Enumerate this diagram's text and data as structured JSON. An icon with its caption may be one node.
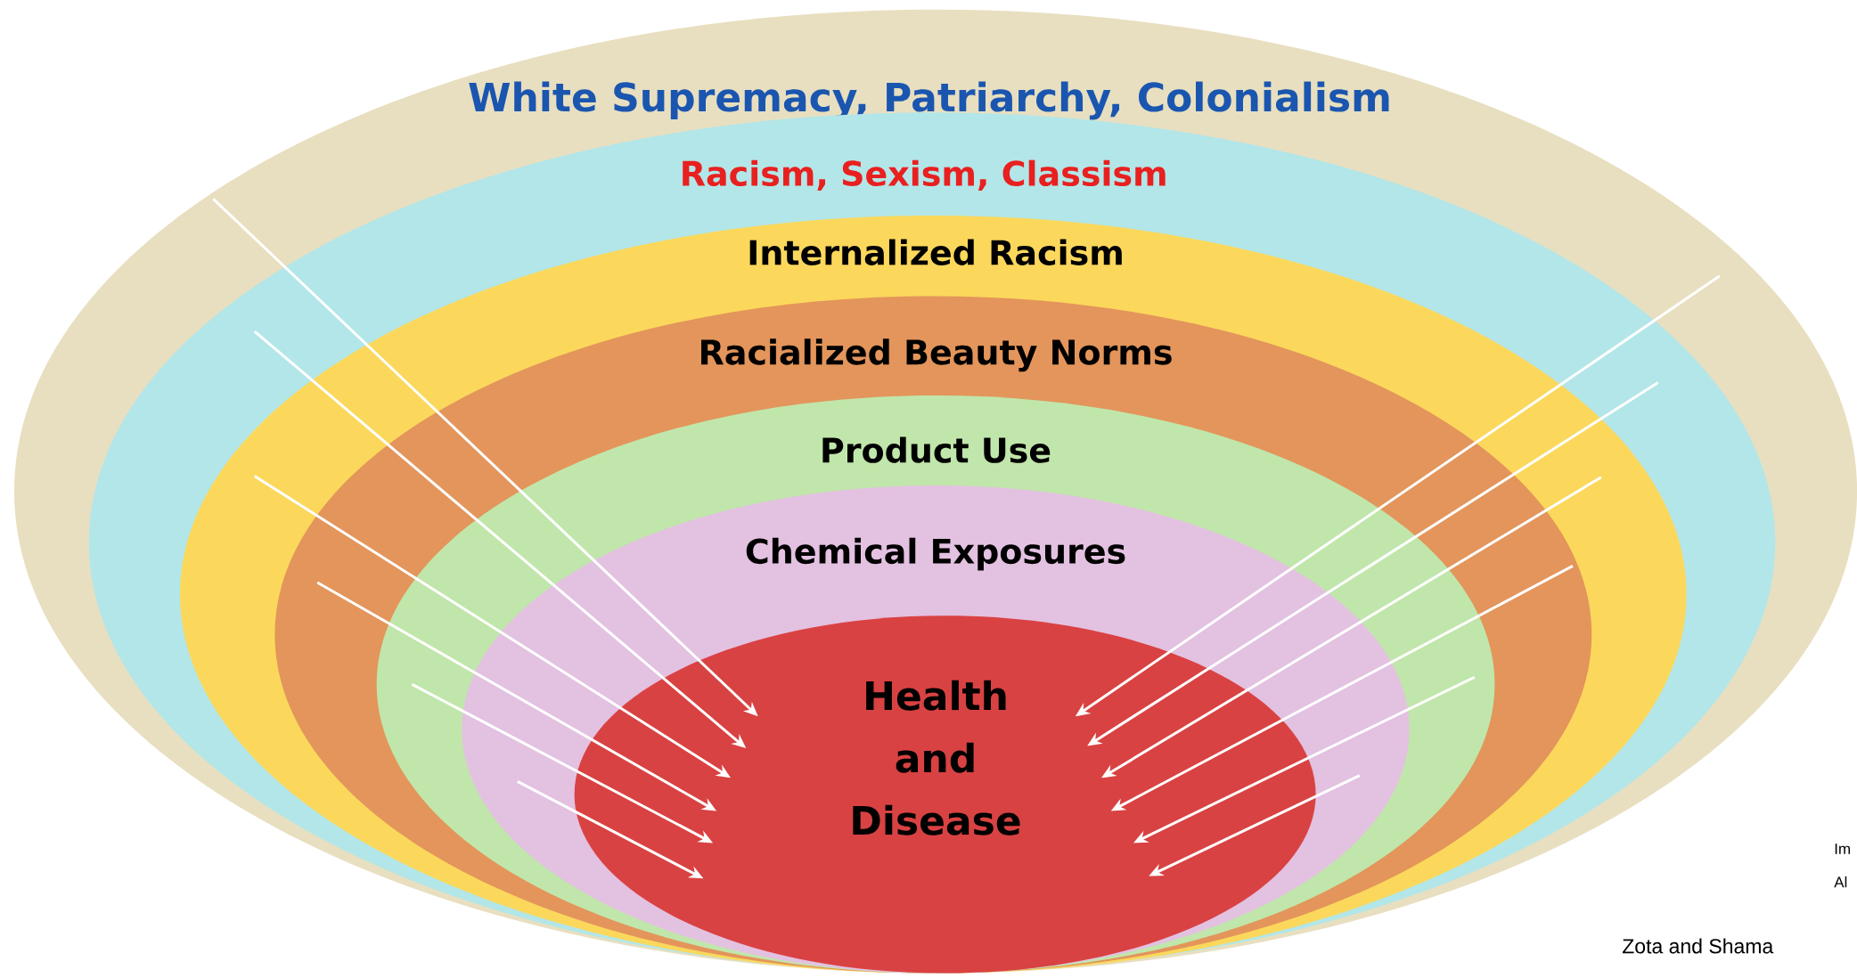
{
  "diagram": {
    "nodes": [
      {
        "text": [
          "White Supremacy, Patriarchy, Colonialism"
        ]
      },
      {
        "text": [
          "Racism, Sexism, Classism"
        ],
        "in": 0
      },
      {
        "text": [
          "Internalized Racism"
        ],
        "in": 1
      },
      {
        "text": [
          "Racialized Beauty Norms"
        ],
        "in": 2
      },
      {
        "text": [
          "Product Use"
        ],
        "in": 3
      },
      {
        "text": [
          "Chemical Exposures"
        ],
        "in": 4
      },
      {
        "text": [
          "Health and Disease"
        ],
        "in": 5
      }
    ],
    "edges": [
      {
        "from": 0,
        "to": 6,
        "arrow": "to"
      },
      {
        "from": 1,
        "to": 6,
        "arrow": "to"
      },
      {
        "from": 2,
        "to": 6,
        "arrow": "to"
      },
      {
        "from": 3,
        "to": 6,
        "arrow": "to"
      },
      {
        "from": 4,
        "to": 6,
        "arrow": "to"
      },
      {
        "from": 5,
        "to": 6,
        "arrow": "to"
      },
      {
        "from": 0,
        "to": 6,
        "arrow": "to"
      },
      {
        "from": 1,
        "to": 6,
        "arrow": "to"
      },
      {
        "from": 2,
        "to": 6,
        "arrow": "to"
      },
      {
        "from": 3,
        "to": 6,
        "arrow": "to"
      },
      {
        "from": 4,
        "to": 6,
        "arrow": "to"
      },
      {
        "from": 5,
        "to": 6,
        "arrow": "to"
      }
    ],
    "labels": [
      "Im",
      "Al",
      "Zota and Shama"
    ]
  }
}
